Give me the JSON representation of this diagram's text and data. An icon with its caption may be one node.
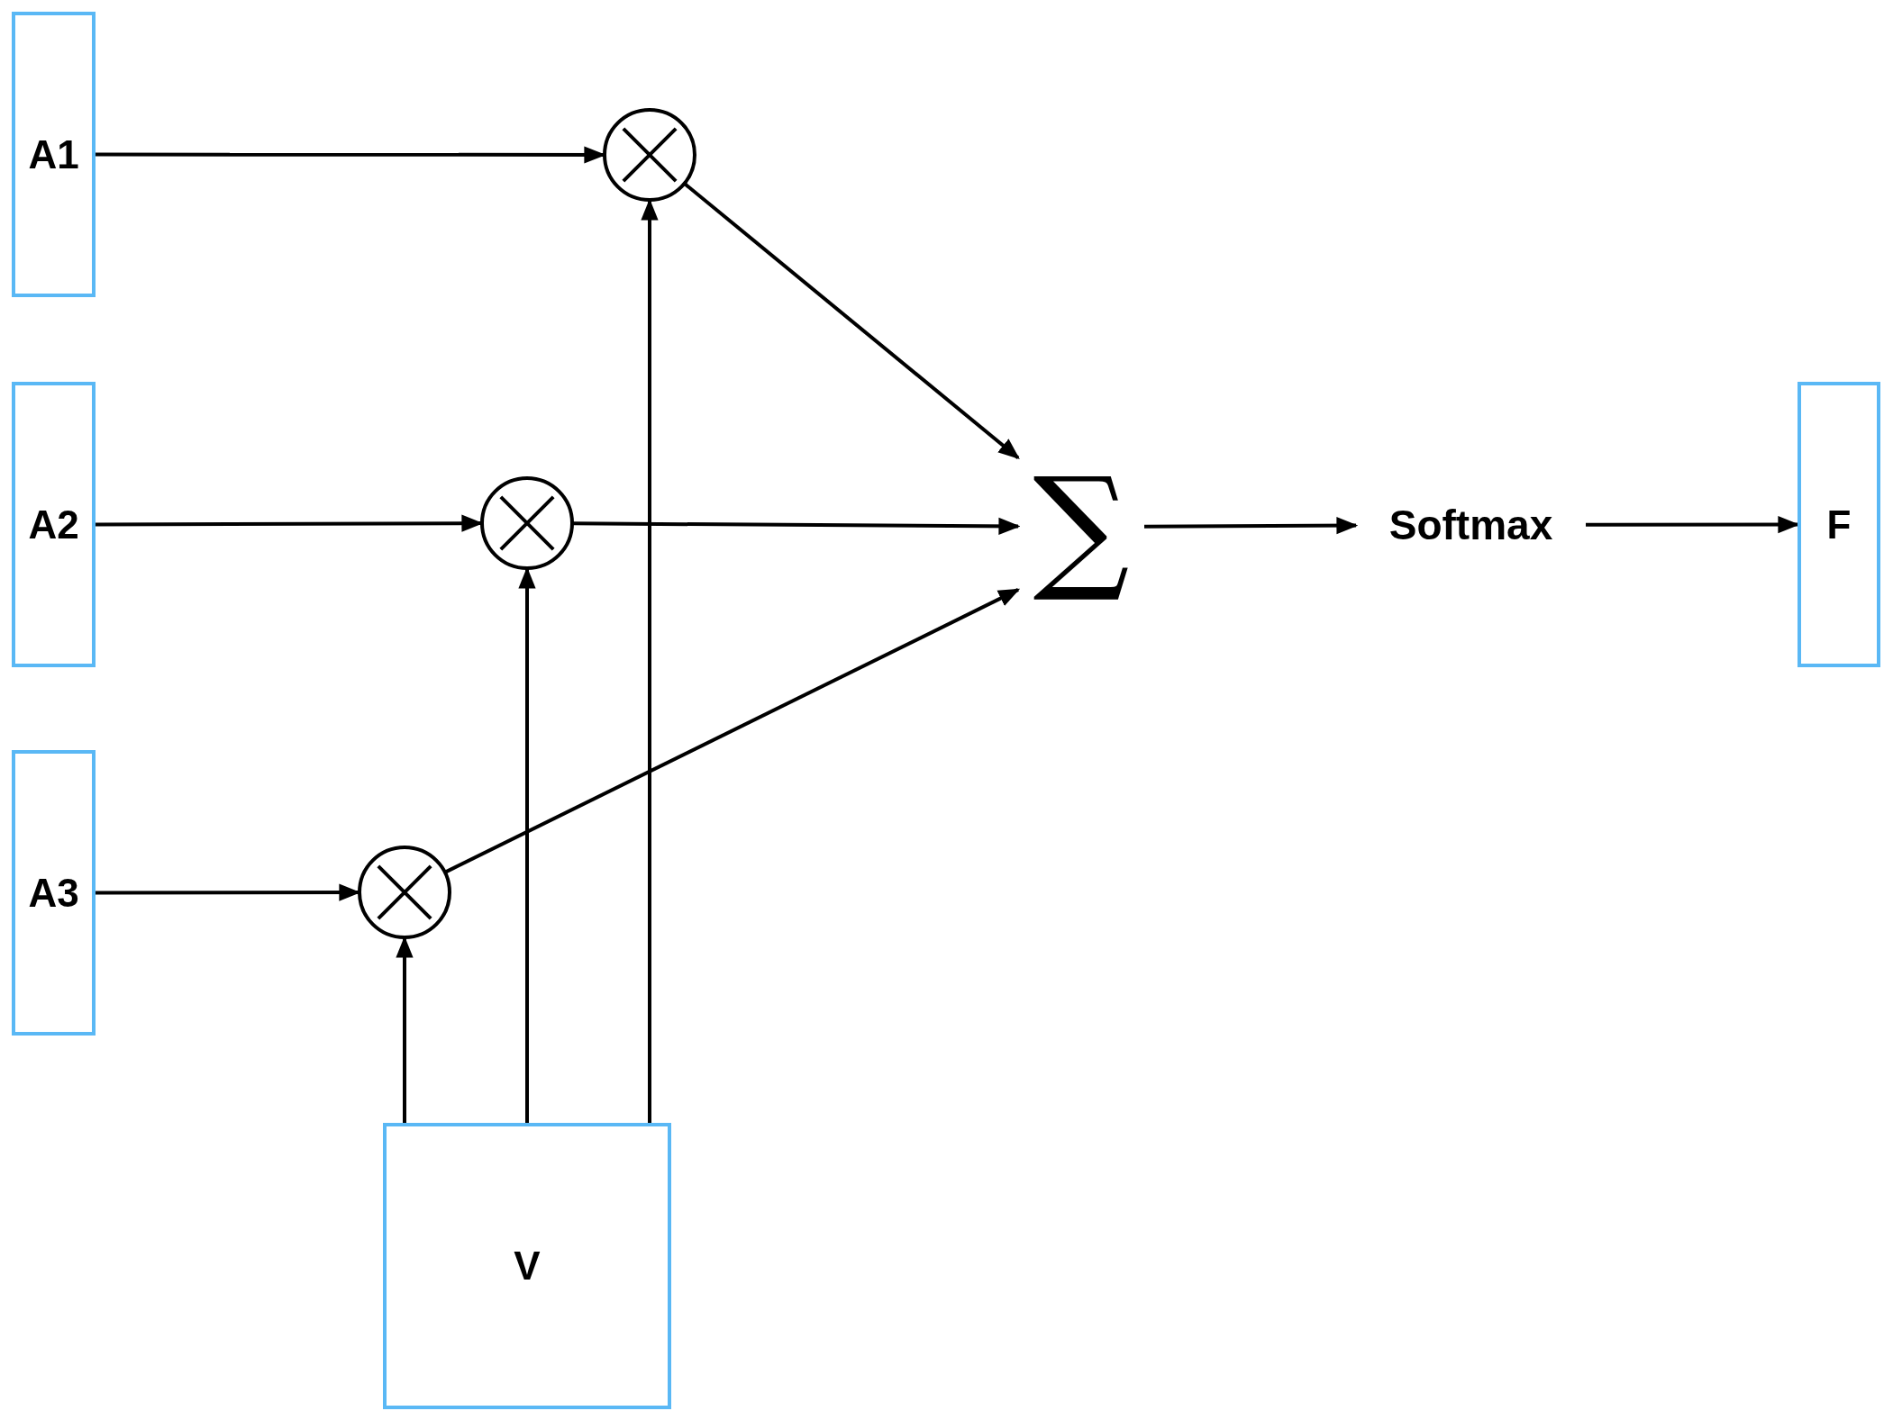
{
  "diagram": {
    "nodes": [
      {
        "text": [
          "A1"
        ]
      },
      {
        "text": [],
        "shape": "circle"
      },
      {
        "text": [
          "A2"
        ]
      },
      {
        "text": [],
        "shape": "circle"
      },
      {
        "text": [
          "∑"
        ]
      },
      {
        "text": [
          "Softmax"
        ]
      },
      {
        "text": [
          "F"
        ]
      },
      {
        "text": [
          "A3"
        ]
      },
      {
        "text": [],
        "shape": "circle"
      },
      {
        "text": [
          "V"
        ]
      }
    ],
    "edges": [
      {
        "from": 0,
        "to": 1,
        "arrow": "to"
      },
      {
        "from": 2,
        "to": 3,
        "arrow": "to"
      },
      {
        "from": 7,
        "to": 8,
        "arrow": "to"
      },
      {
        "from": 9,
        "to": 8,
        "arrow": "to"
      },
      {
        "from": 9,
        "to": 3,
        "arrow": "to"
      },
      {
        "from": 9,
        "to": 1,
        "arrow": "to"
      },
      {
        "from": 1,
        "to": 4,
        "arrow": "to"
      },
      {
        "from": 3,
        "to": 4,
        "arrow": "to"
      },
      {
        "from": 8,
        "to": 4,
        "arrow": "to"
      },
      {
        "from": 4,
        "to": 5,
        "arrow": "to"
      },
      {
        "from": 5,
        "to": 6,
        "arrow": "to"
      }
    ]
  }
}
